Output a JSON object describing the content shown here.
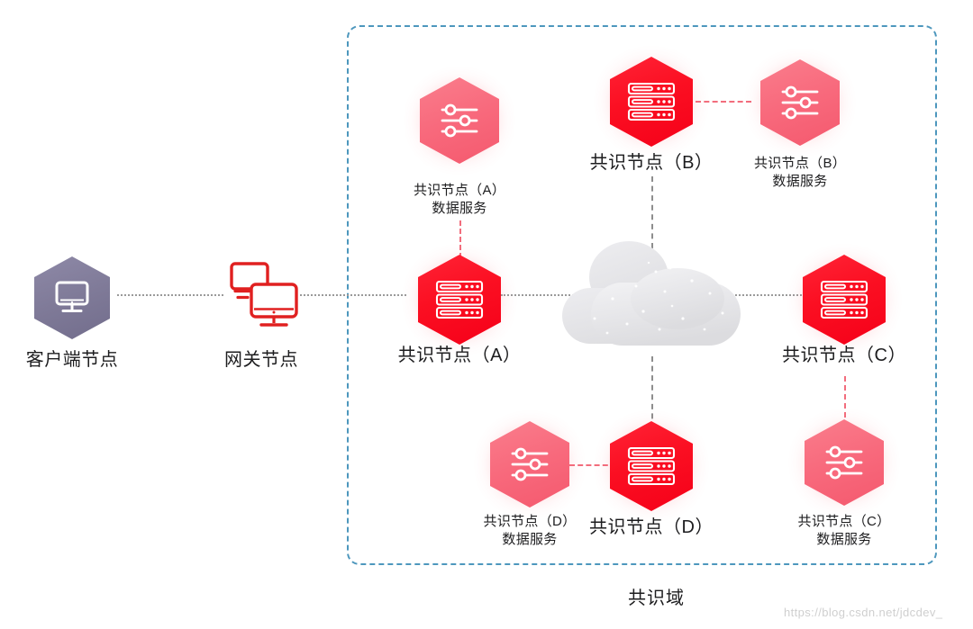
{
  "diagram": {
    "title": "共识域",
    "domain_caption": "共识域",
    "watermark": "https://blog.csdn.net/jdcdev_",
    "colors": {
      "background": "#ffffff",
      "domain_border": "#4d97bd",
      "consensus_node": "#f50019",
      "data_service_node": "#f8697c",
      "client_node": "#7e7997",
      "gateway_icon": "#e02020",
      "cloud": "#e3e3e5",
      "connector_gray": "#8d8d8d",
      "connector_red": "#f26d7d",
      "label_text": "#1d1d1f",
      "watermark_text": "#cfcfcf"
    }
  },
  "external_nodes": [
    {
      "id": "client",
      "label": "客户端节点",
      "icon": "monitor-icon",
      "shape": "hexagon",
      "color": "#7e7997"
    },
    {
      "id": "gateway",
      "label": "网关节点",
      "icon": "double-monitor-icon",
      "shape": "none",
      "color": "#e02020"
    }
  ],
  "consensus_nodes": [
    {
      "id": "node-a",
      "label": "共识节点（A）",
      "icon": "server-rack-icon",
      "color": "#f50019"
    },
    {
      "id": "node-b",
      "label": "共识节点（B）",
      "icon": "server-rack-icon",
      "color": "#f50019"
    },
    {
      "id": "node-c",
      "label": "共识节点（C）",
      "icon": "server-rack-icon",
      "color": "#f50019"
    },
    {
      "id": "node-d",
      "label": "共识节点（D）",
      "icon": "server-rack-icon",
      "color": "#f50019"
    }
  ],
  "data_service_nodes": [
    {
      "id": "service-a",
      "label_line1": "共识节点（A）",
      "label_line2": "数据服务",
      "icon": "sliders-icon",
      "color": "#f8697c"
    },
    {
      "id": "service-b",
      "label_line1": "共识节点（B）",
      "label_line2": "数据服务",
      "icon": "sliders-icon",
      "color": "#f8697c"
    },
    {
      "id": "service-c",
      "label_line1": "共识节点（C）",
      "label_line2": "数据服务",
      "icon": "sliders-icon",
      "color": "#f8697c"
    },
    {
      "id": "service-d",
      "label_line1": "共识节点（D）",
      "label_line2": "数据服务",
      "icon": "sliders-icon",
      "color": "#f8697c"
    }
  ],
  "center": {
    "id": "network-cloud",
    "icon": "cloud-icon",
    "label": ""
  },
  "connections": [
    {
      "from": "client",
      "to": "gateway",
      "style": "dashed",
      "color": "#8d8d8d",
      "orientation": "horizontal"
    },
    {
      "from": "gateway",
      "to": "domain",
      "style": "dashed",
      "color": "#8d8d8d",
      "orientation": "horizontal"
    },
    {
      "from": "node-a",
      "to": "cloud",
      "style": "dashed",
      "color": "#8d8d8d",
      "orientation": "horizontal"
    },
    {
      "from": "cloud",
      "to": "node-c",
      "style": "dashed",
      "color": "#8d8d8d",
      "orientation": "horizontal"
    },
    {
      "from": "node-b",
      "to": "cloud",
      "style": "dashed",
      "color": "#8d8d8d",
      "orientation": "vertical"
    },
    {
      "from": "cloud",
      "to": "node-d",
      "style": "dashed",
      "color": "#8d8d8d",
      "orientation": "vertical"
    },
    {
      "from": "service-a",
      "to": "node-a",
      "style": "dashed",
      "color": "#f26d7d",
      "orientation": "vertical"
    },
    {
      "from": "node-b",
      "to": "service-b",
      "style": "dashed",
      "color": "#f26d7d",
      "orientation": "horizontal"
    },
    {
      "from": "node-c",
      "to": "service-c",
      "style": "dashed",
      "color": "#f26d7d",
      "orientation": "vertical"
    },
    {
      "from": "service-d",
      "to": "node-d",
      "style": "dashed",
      "color": "#f26d7d",
      "orientation": "horizontal"
    }
  ]
}
